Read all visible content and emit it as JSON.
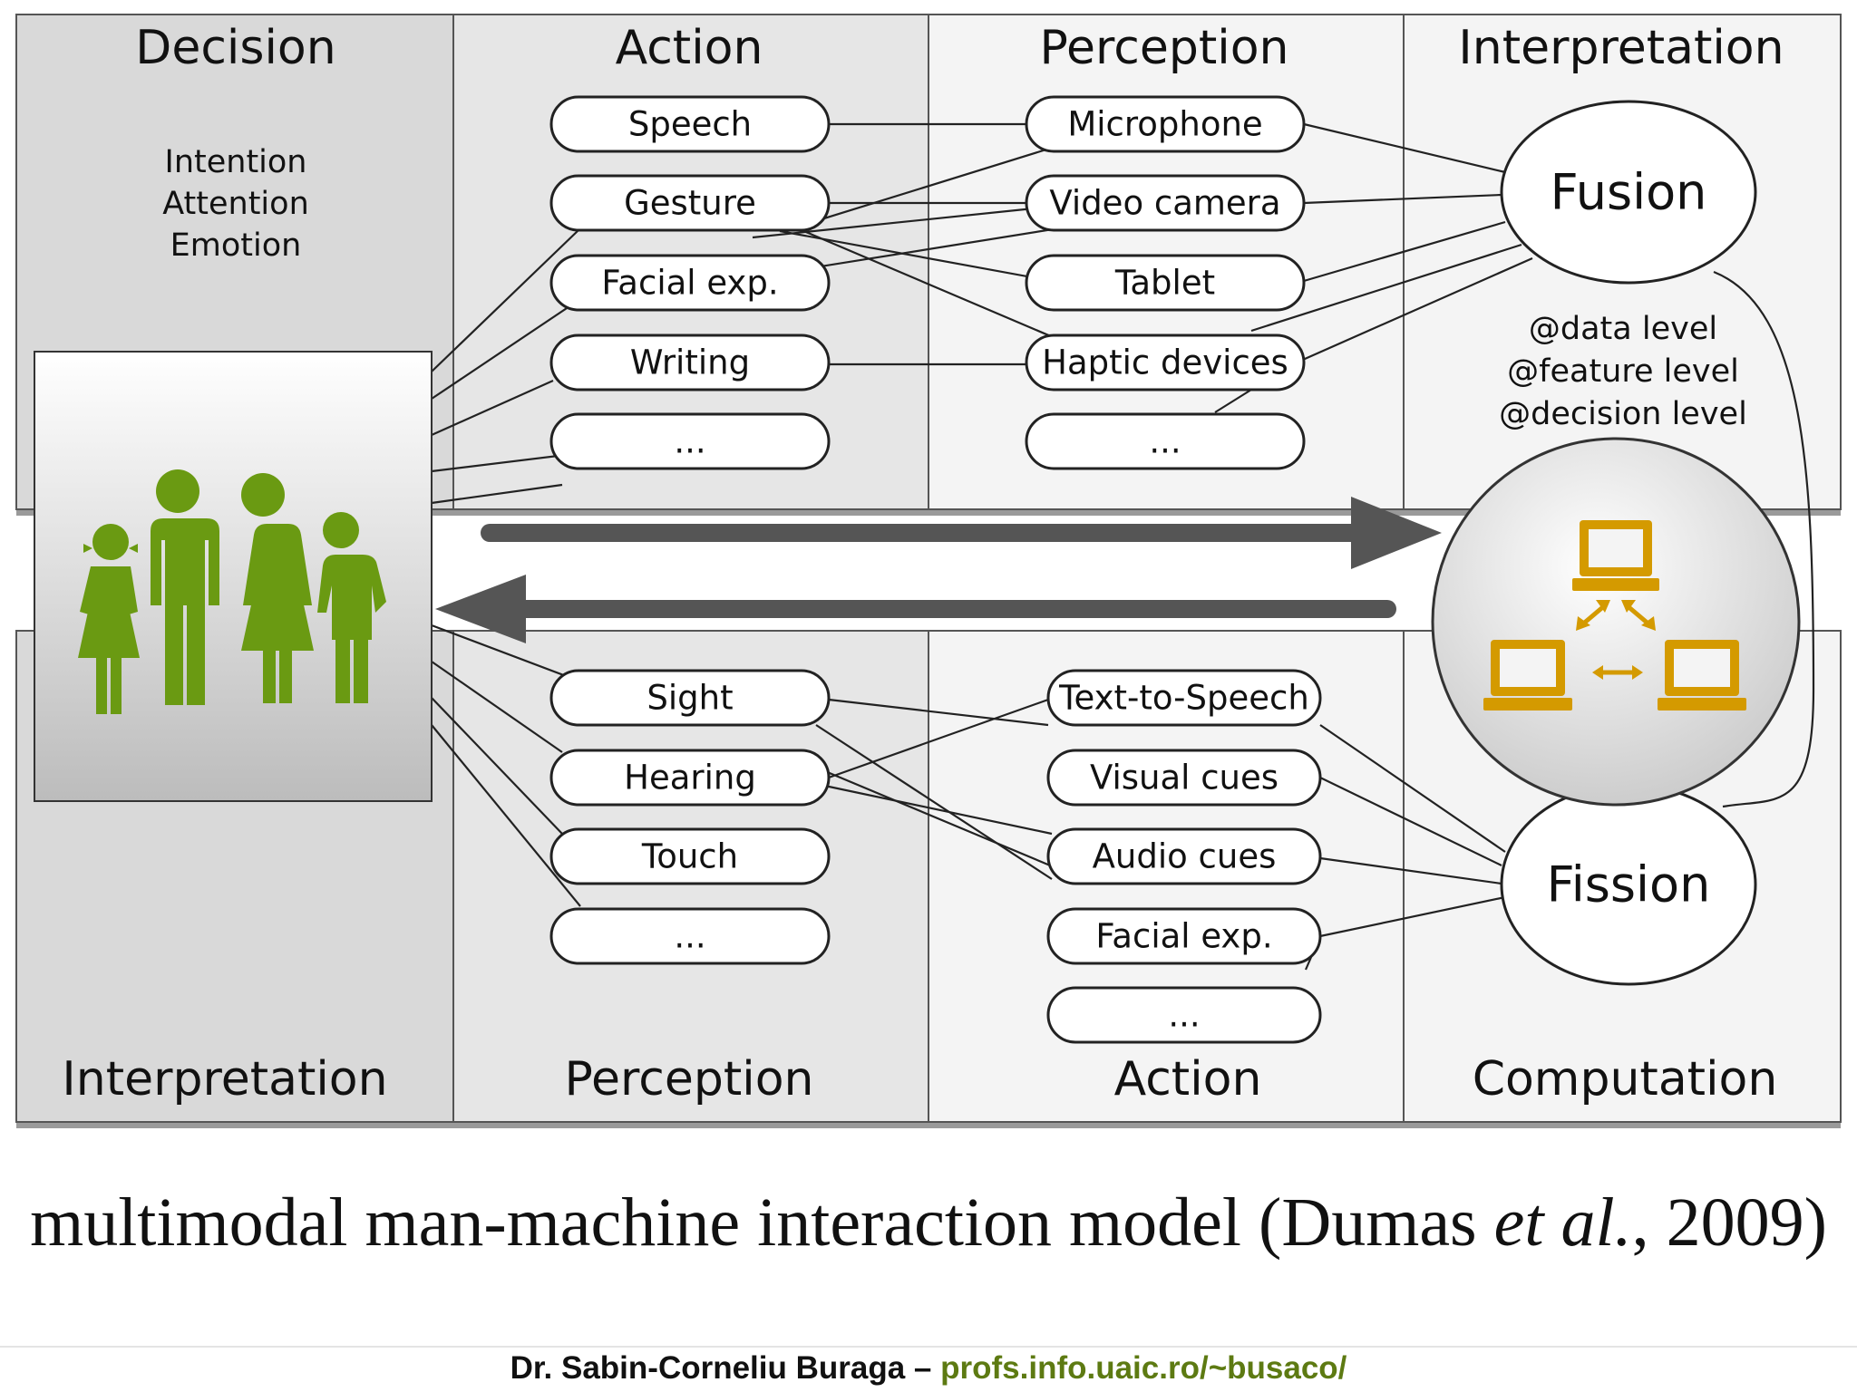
{
  "top_headers": [
    "Decision",
    "Action",
    "Perception",
    "Interpretation"
  ],
  "decision_items": [
    "Intention",
    "Attention",
    "Emotion"
  ],
  "action_top": [
    "Speech",
    "Gesture",
    "Facial exp.",
    "Writing",
    "..."
  ],
  "perception_top": [
    "Microphone",
    "Video camera",
    "Tablet",
    "Haptic devices",
    "..."
  ],
  "fusion": {
    "label": "Fusion",
    "levels": [
      "@data level",
      "@feature level",
      "@decision level"
    ]
  },
  "bottom_headers": [
    "Interpretation",
    "Perception",
    "Action",
    "Computation"
  ],
  "perception_bottom": [
    "Sight",
    "Hearing",
    "Touch",
    "..."
  ],
  "action_bottom": [
    "Text-to-Speech",
    "Visual cues",
    "Audio cues",
    "Facial exp.",
    "..."
  ],
  "fission": {
    "label": "Fission"
  },
  "icons": {
    "family": "family-icon",
    "network": "computer-network-icon",
    "family_color": "#6a9a12",
    "network_color": "#d49a00"
  },
  "caption": {
    "main": "multimodal man-machine interaction model (Dumas ",
    "italic": "et al.",
    "end": ", 2009)"
  },
  "footer": {
    "author": "Dr. Sabin-Corneliu Buraga – ",
    "url": "profs.info.uaic.ro/~busaco/"
  }
}
